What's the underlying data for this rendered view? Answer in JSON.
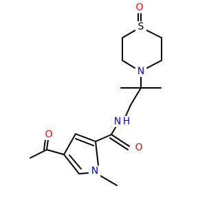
{
  "molecule": {
    "atoms": {
      "s1": {
        "label": "S",
        "color": "#000000"
      },
      "o1": {
        "label": "O",
        "color": "#ff0000"
      },
      "n1": {
        "label": "N",
        "color": "#0000ff"
      },
      "nh": {
        "label": "N",
        "color": "#0000ff"
      },
      "hh": {
        "label": "H",
        "color": "#0000ff"
      },
      "o2": {
        "label": "O",
        "color": "#ff0000"
      },
      "o3": {
        "label": "O",
        "color": "#ff0000"
      },
      "np": {
        "label": "N",
        "color": "#0000ff"
      }
    }
  }
}
